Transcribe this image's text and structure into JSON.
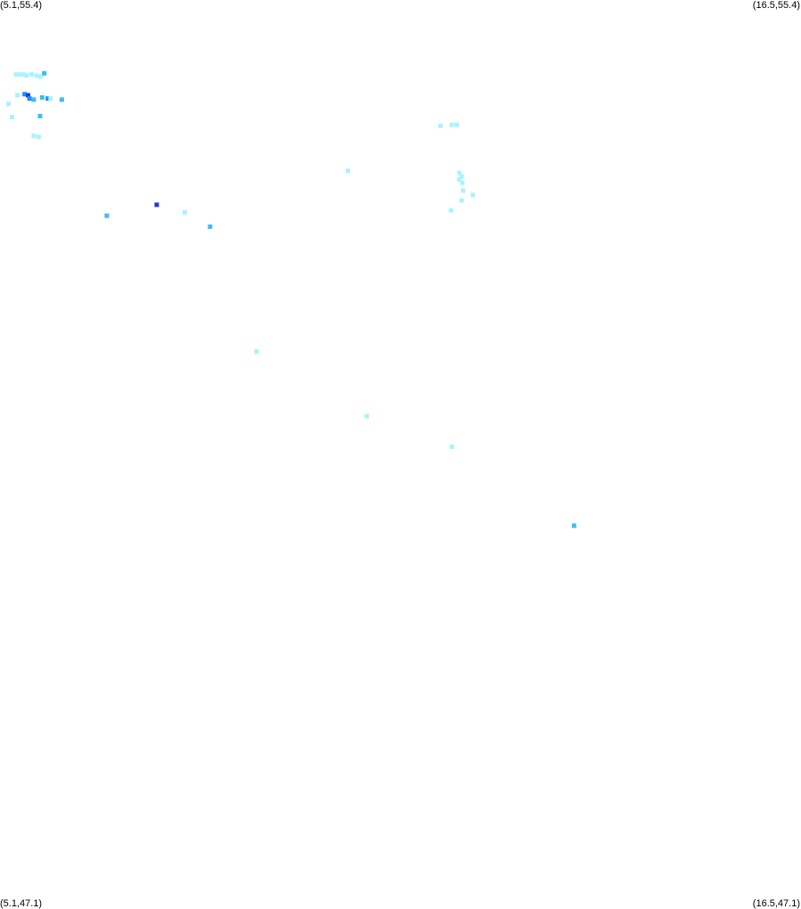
{
  "corner_labels": {
    "top_left": "(5.1,55.4)",
    "top_right": "(16.5,55.4)",
    "bottom_left": "(5.1,47.1)",
    "bottom_right": "(16.5,47.1)"
  },
  "bounds": {
    "lon_min": 5.1,
    "lon_max": 16.5,
    "lat_min": 47.1,
    "lat_max": 55.4
  },
  "colors": {
    "background": "#ffffff",
    "light": "#a8f3ff",
    "medium": "#3dbcf5",
    "bright": "#1e90ff",
    "dark": "#1c3fd6"
  },
  "points": [
    {
      "lon": 5.33,
      "lat": 54.72,
      "c": "light"
    },
    {
      "lon": 5.38,
      "lat": 54.72,
      "c": "light"
    },
    {
      "lon": 5.43,
      "lat": 54.72,
      "c": "light"
    },
    {
      "lon": 5.48,
      "lat": 54.71,
      "c": "light"
    },
    {
      "lon": 5.55,
      "lat": 54.72,
      "c": "light"
    },
    {
      "lon": 5.62,
      "lat": 54.71,
      "c": "light"
    },
    {
      "lon": 5.68,
      "lat": 54.7,
      "c": "light"
    },
    {
      "lon": 5.73,
      "lat": 54.73,
      "c": "medium"
    },
    {
      "lon": 5.35,
      "lat": 54.53,
      "c": "light"
    },
    {
      "lon": 5.45,
      "lat": 54.54,
      "c": "bright"
    },
    {
      "lon": 5.5,
      "lat": 54.53,
      "c": "dark"
    },
    {
      "lon": 5.52,
      "lat": 54.5,
      "c": "bright"
    },
    {
      "lon": 5.58,
      "lat": 54.49,
      "c": "medium"
    },
    {
      "lon": 5.7,
      "lat": 54.51,
      "c": "medium"
    },
    {
      "lon": 5.78,
      "lat": 54.5,
      "c": "bright"
    },
    {
      "lon": 5.82,
      "lat": 54.5,
      "c": "light"
    },
    {
      "lon": 5.98,
      "lat": 54.49,
      "c": "medium"
    },
    {
      "lon": 5.22,
      "lat": 54.45,
      "c": "light"
    },
    {
      "lon": 5.27,
      "lat": 54.33,
      "c": "light"
    },
    {
      "lon": 5.67,
      "lat": 54.34,
      "c": "medium"
    },
    {
      "lon": 5.58,
      "lat": 54.16,
      "c": "light"
    },
    {
      "lon": 5.65,
      "lat": 54.15,
      "c": "light"
    },
    {
      "lon": 6.62,
      "lat": 53.43,
      "c": "medium"
    },
    {
      "lon": 7.33,
      "lat": 53.53,
      "c": "dark"
    },
    {
      "lon": 7.73,
      "lat": 53.46,
      "c": "light"
    },
    {
      "lon": 8.09,
      "lat": 53.33,
      "c": "medium"
    },
    {
      "lon": 10.05,
      "lat": 53.84,
      "c": "light"
    },
    {
      "lon": 11.37,
      "lat": 54.25,
      "c": "light"
    },
    {
      "lon": 11.53,
      "lat": 54.26,
      "c": "light"
    },
    {
      "lon": 11.6,
      "lat": 54.26,
      "c": "light"
    },
    {
      "lon": 11.64,
      "lat": 53.82,
      "c": "light"
    },
    {
      "lon": 11.67,
      "lat": 53.79,
      "c": "light"
    },
    {
      "lon": 11.64,
      "lat": 53.76,
      "c": "light"
    },
    {
      "lon": 11.68,
      "lat": 53.73,
      "c": "light"
    },
    {
      "lon": 11.69,
      "lat": 53.66,
      "c": "light"
    },
    {
      "lon": 11.83,
      "lat": 53.62,
      "c": "light"
    },
    {
      "lon": 11.67,
      "lat": 53.57,
      "c": "light"
    },
    {
      "lon": 11.52,
      "lat": 53.48,
      "c": "light"
    },
    {
      "lon": 8.75,
      "lat": 52.19,
      "c": "light"
    },
    {
      "lon": 10.32,
      "lat": 51.6,
      "c": "light"
    },
    {
      "lon": 11.53,
      "lat": 51.32,
      "c": "light"
    },
    {
      "lon": 13.27,
      "lat": 50.6,
      "c": "medium"
    }
  ]
}
